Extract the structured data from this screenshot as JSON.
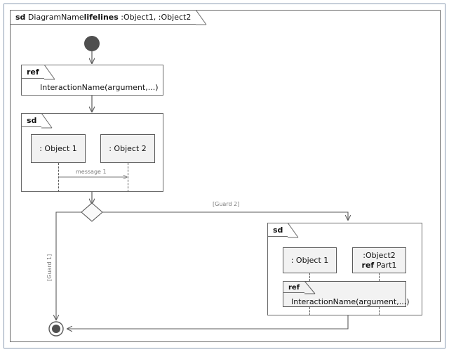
{
  "diagram": {
    "kind": "uml-interaction-overview-diagram",
    "frame": {
      "keyword": "sd",
      "name": "DiagramName",
      "lifelines_keyword": "lifelines",
      "lifelines": ":Object1, :Object2"
    },
    "nodes": {
      "initial_node": "initial-node",
      "final_node": "final-node",
      "decision_node": "decision-node"
    },
    "ref_top": {
      "keyword": "ref",
      "body": "InteractionName(argument,...)"
    },
    "sd_left": {
      "keyword": "sd",
      "objects": [
        {
          "label": ": Object 1"
        },
        {
          "label": ": Object 2"
        }
      ],
      "message": "message 1"
    },
    "guards": {
      "guard1": "[Guard 1]",
      "guard2": "[Guard 2]"
    },
    "sd_right": {
      "keyword": "sd",
      "objects": [
        {
          "line1": ": Object 1",
          "line2": ""
        },
        {
          "line1": ":Object2",
          "line2_keyword": "ref",
          "line2": "Part1"
        }
      ],
      "ref": {
        "keyword": "ref",
        "body": "InteractionName(argument,...)"
      }
    },
    "colors": {
      "window_border": "#8a9bb0",
      "frame_border": "#6b6b6b",
      "shape_border": "#5b5b5b",
      "shape_fill": "#f2f2f2",
      "node_fill": "#4f4f4f",
      "text": "#111111",
      "muted_text": "#7a7a7a",
      "background": "#ffffff"
    }
  }
}
